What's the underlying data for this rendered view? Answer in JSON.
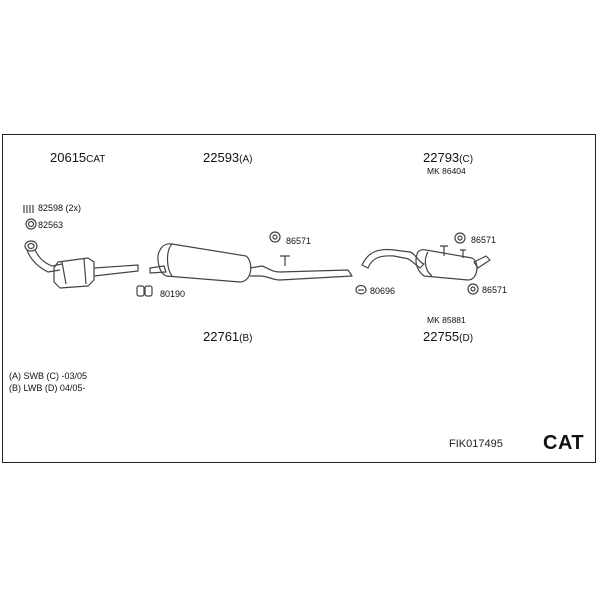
{
  "parts": {
    "p20615": {
      "num": "20615",
      "suf": "CAT"
    },
    "p22593": {
      "num": "22593",
      "suf": "(A)"
    },
    "p22793": {
      "num": "22793",
      "suf": "(C)"
    },
    "mk86404": "MK 86404",
    "p22761": {
      "num": "22761",
      "suf": "(B)"
    },
    "mk85881": "MK 85881",
    "p22755": {
      "num": "22755",
      "suf": "(D)"
    }
  },
  "accessories": {
    "a82598": "82598 (2x)",
    "a82563": "82563",
    "a86571_1": "86571",
    "a80190": "80190",
    "a80696": "80696",
    "a86571_2": "86571",
    "a86571_3": "86571"
  },
  "legend": {
    "line_a": "(A) SWB (C) -03/05",
    "line_b": "(B) LWB (D) 04/05-"
  },
  "footer": {
    "code": "FIK017495",
    "cat": "CAT"
  }
}
